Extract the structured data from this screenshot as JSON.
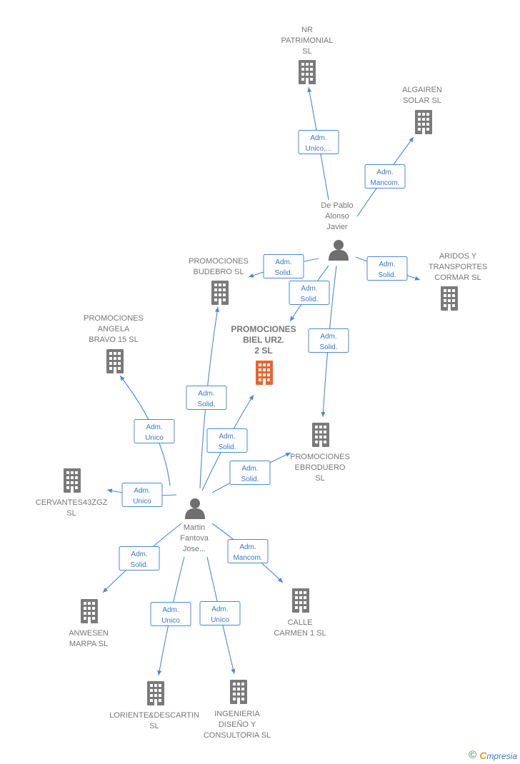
{
  "colors": {
    "edge": "#4a88d8",
    "company": "#7a7a7a",
    "company_main": "#f0622d",
    "person": "#6f6f6f"
  },
  "nodes": [
    {
      "id": "nr",
      "type": "company",
      "label": [
        "NR",
        "PATRIMONIAL",
        "SL"
      ]
    },
    {
      "id": "algairen",
      "type": "company",
      "label": [
        "ALGAIREN",
        "SOLAR SL"
      ]
    },
    {
      "id": "depablo",
      "type": "person",
      "label": [
        "De Pablo",
        "Alonso",
        "Javier"
      ]
    },
    {
      "id": "budebro",
      "type": "company",
      "label": [
        "PROMOCIONES",
        "BUDEBRO SL"
      ]
    },
    {
      "id": "aridos",
      "type": "company",
      "label": [
        "ARIDOS Y",
        "TRANSPORTES",
        "CORMAR SL"
      ]
    },
    {
      "id": "angela",
      "type": "company",
      "label": [
        "PROMOCIONES",
        "ANGELA",
        "BRAVO 15 SL"
      ]
    },
    {
      "id": "biel",
      "type": "company_main",
      "label": [
        "PROMOCIONES",
        "BIEL UR2.",
        "2 SL"
      ]
    },
    {
      "id": "ebroduero",
      "type": "company",
      "label": [
        "PROMOCIONES",
        "EBRODUERO",
        "SL"
      ]
    },
    {
      "id": "cervantes",
      "type": "company",
      "label": [
        "CERVANTES43ZGZ",
        "SL"
      ]
    },
    {
      "id": "martin",
      "type": "person",
      "label": [
        "Martin",
        "Fantova",
        "Jose..."
      ]
    },
    {
      "id": "anwesen",
      "type": "company",
      "label": [
        "ANWESEN",
        "MARPA SL"
      ]
    },
    {
      "id": "calle",
      "type": "company",
      "label": [
        "CALLE",
        "CARMEN 1 SL"
      ]
    },
    {
      "id": "loriente",
      "type": "company",
      "label": [
        "LORIENTE&DESCARTIN",
        "SL"
      ]
    },
    {
      "id": "ingenieria",
      "type": "company",
      "label": [
        "INGENIERIA",
        "DISEÑO Y",
        "CONSULTORIA SL"
      ]
    }
  ],
  "edges": [
    {
      "from": "depablo",
      "to": "nr",
      "label": [
        "Adm.",
        "Unico,..."
      ]
    },
    {
      "from": "depablo",
      "to": "algairen",
      "label": [
        "Adm.",
        "Mancom."
      ]
    },
    {
      "from": "depablo",
      "to": "budebro",
      "label": [
        "Adm.",
        "Solid."
      ]
    },
    {
      "from": "depablo",
      "to": "biel",
      "label": [
        "Adm.",
        "Solid."
      ]
    },
    {
      "from": "depablo",
      "to": "ebroduero",
      "label": [
        "Adm.",
        "Solid."
      ]
    },
    {
      "from": "depablo",
      "to": "aridos",
      "label": [
        "Adm.",
        "Solid."
      ]
    },
    {
      "from": "martin",
      "to": "angela",
      "label": [
        "Adm.",
        "Unico"
      ]
    },
    {
      "from": "martin",
      "to": "budebro",
      "label": [
        "Adm.",
        "Solid."
      ]
    },
    {
      "from": "martin",
      "to": "biel",
      "label": [
        "Adm.",
        "Solid."
      ]
    },
    {
      "from": "martin",
      "to": "ebroduero",
      "label": [
        "Adm.",
        "Solid."
      ]
    },
    {
      "from": "martin",
      "to": "cervantes",
      "label": [
        "Adm.",
        "Unico"
      ]
    },
    {
      "from": "martin",
      "to": "anwesen",
      "label": [
        "Adm.",
        "Solid."
      ]
    },
    {
      "from": "martin",
      "to": "calle",
      "label": [
        "Adm.",
        "Mancom."
      ]
    },
    {
      "from": "martin",
      "to": "loriente",
      "label": [
        "Adm.",
        "Unico"
      ]
    },
    {
      "from": "martin",
      "to": "ingenieria",
      "label": [
        "Adm.",
        "Unico"
      ]
    }
  ],
  "footer": {
    "copyright_symbol": "©",
    "brand_first": "C",
    "brand_rest": "mpresia"
  }
}
